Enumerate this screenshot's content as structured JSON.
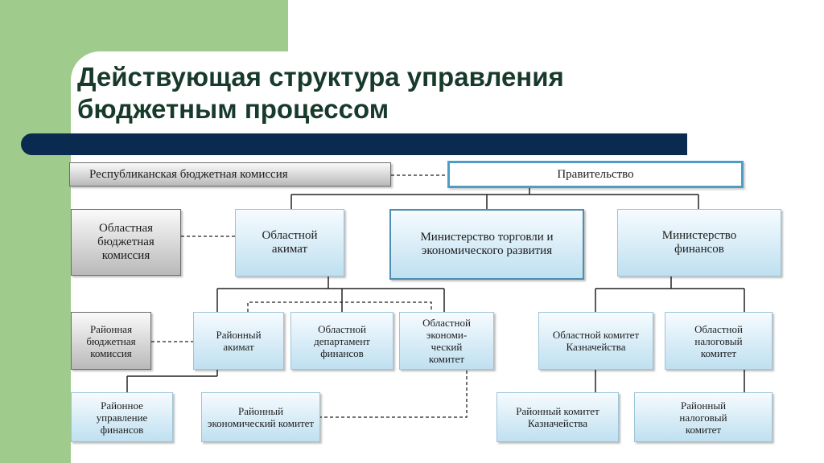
{
  "slide": {
    "title_line1": "Действующая структура управления",
    "title_line2": "бюджетным процессом"
  },
  "diagram": {
    "republic_commission": "Республиканская бюджетная комиссия",
    "government": "Правительство",
    "regional_commission": "Областная бюджетная комиссия",
    "regional_akimat": "Областной акимат",
    "ministry_trade": "Министерство торговли и экономического развития",
    "ministry_finance": "Министерство финансов",
    "district_commission": "Районная бюджетная комиссия",
    "district_akimat": "Районный акимат",
    "regional_finance_dept": "Областной департамент финансов",
    "regional_economic_committee": "Областной экономи-ческий комитет",
    "regional_treasury": "Областной комитет Казначейства",
    "regional_tax": "Областной налоговый комитет",
    "district_finance": "Районное управление финансов",
    "district_economic": "Районный экономический комитет",
    "district_treasury": "Районный комитет Казначейства",
    "district_tax": "Районный налоговый комитет"
  }
}
